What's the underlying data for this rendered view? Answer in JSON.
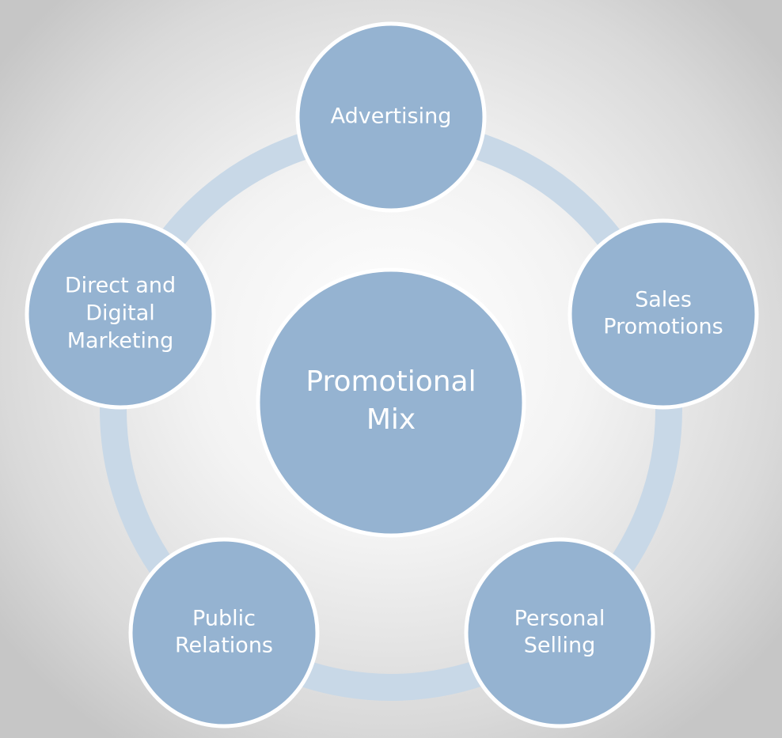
{
  "diagram": {
    "center": {
      "lines": [
        "Promotional",
        "Mix"
      ]
    },
    "nodes": [
      {
        "id": "advertising",
        "lines": [
          "Advertising"
        ]
      },
      {
        "id": "sales-promotions",
        "lines": [
          "Sales",
          "Promotions"
        ]
      },
      {
        "id": "personal-selling",
        "lines": [
          "Personal",
          "Selling"
        ]
      },
      {
        "id": "public-relations",
        "lines": [
          "Public",
          "Relations"
        ]
      },
      {
        "id": "direct-digital-marketing",
        "lines": [
          "Direct and",
          "Digital",
          "Marketing"
        ]
      }
    ]
  },
  "colors": {
    "circle_fill": "#95b3d1",
    "circle_stroke": "#ffffff",
    "ring": "#c8d8e7",
    "text": "#ffffff"
  }
}
